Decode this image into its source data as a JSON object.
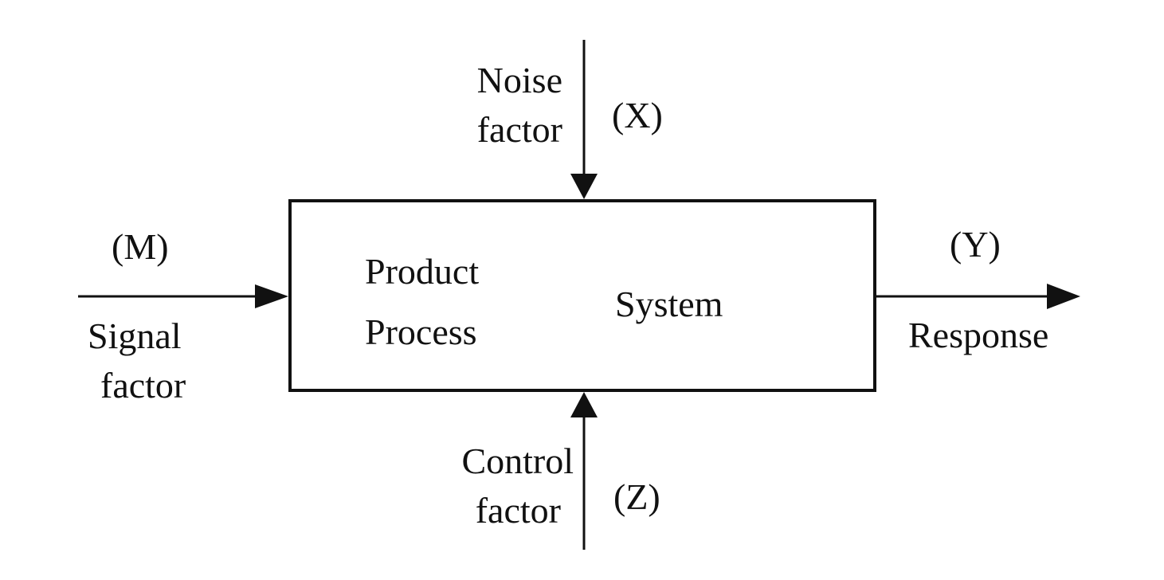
{
  "diagram": {
    "box": {
      "line1": "Product",
      "line2": "Process",
      "system": "System"
    },
    "noise": {
      "line1": "Noise",
      "line2": "factor",
      "symbol": "(X)"
    },
    "signal": {
      "symbol": "(M)",
      "line1": "Signal",
      "line2": "factor"
    },
    "response": {
      "symbol": "(Y)",
      "label": "Response"
    },
    "control": {
      "line1": "Control",
      "line2": "factor",
      "symbol": "(Z)"
    },
    "stroke_color": "#111111"
  }
}
